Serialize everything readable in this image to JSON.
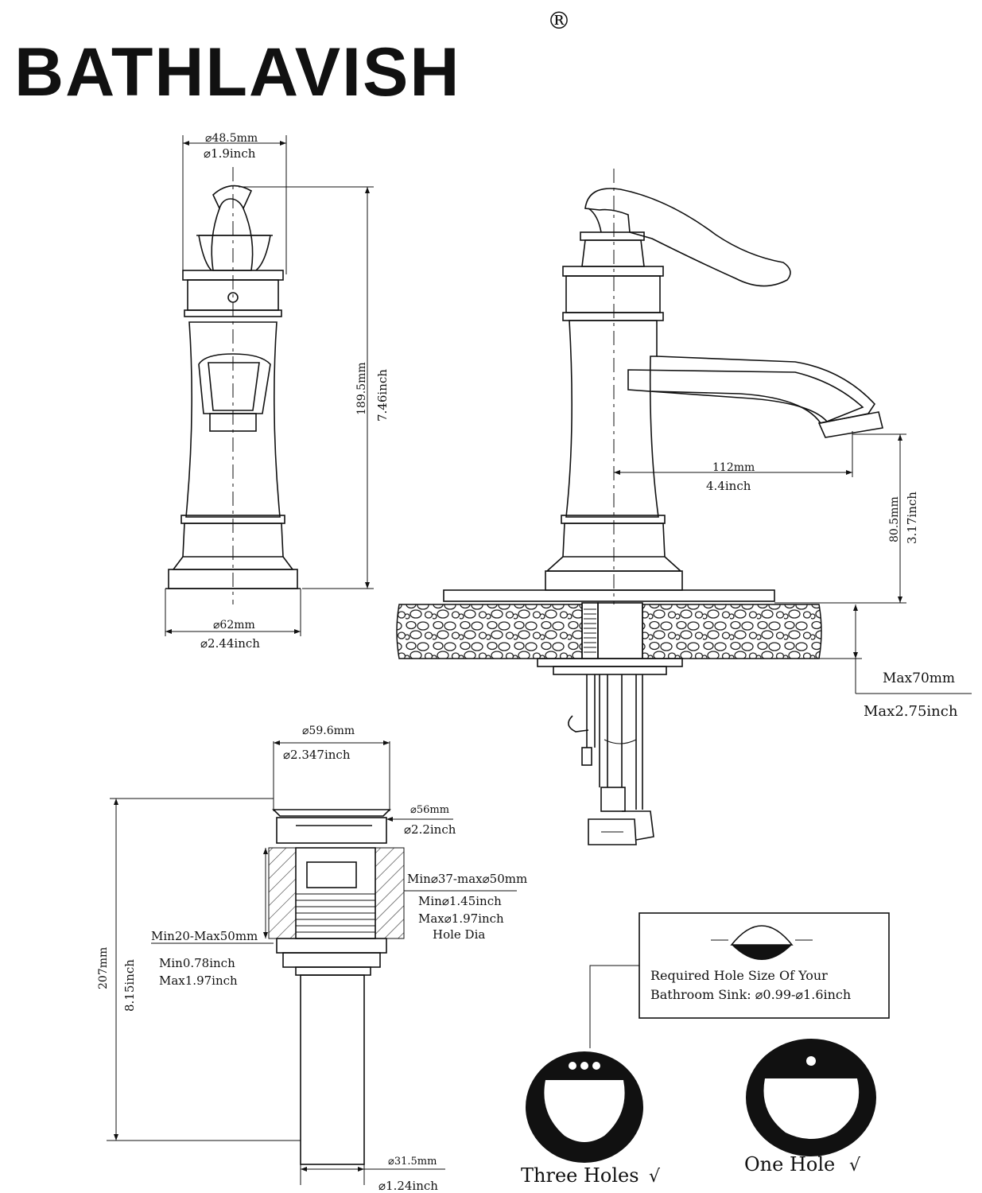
{
  "brand": {
    "name": "BATHLAVISH",
    "registered_mark": "®"
  },
  "faucet_front": {
    "top_diameter_mm": "⌀48.5mm",
    "top_diameter_in": "⌀1.9inch",
    "height_mm": "189.5mm",
    "height_in": "7.46inch",
    "base_diameter_mm": "⌀62mm",
    "base_diameter_in": "⌀2.44inch"
  },
  "faucet_side": {
    "spout_reach_mm": "112mm",
    "spout_reach_in": "4.4inch",
    "spout_height_mm": "80.5mm",
    "spout_height_in": "3.17inch",
    "deck_max_mm": "Max70mm",
    "deck_max_in": "Max2.75inch"
  },
  "drain": {
    "cap_diameter_mm": "⌀59.6mm",
    "cap_diameter_in": "⌀2.347inch",
    "flange_mm": "⌀56mm",
    "flange_in": "⌀2.2inch",
    "hole_range_mm": "Min⌀37-max⌀50mm",
    "hole_min_in": "Min⌀1.45inch",
    "hole_max_in": "Max⌀1.97inch",
    "hole_label": "Hole Dia",
    "thickness_mm": "Min20-Max50mm",
    "thickness_min_in": "Min0.78inch",
    "thickness_max_in": "Max1.97inch",
    "length_mm": "207mm",
    "length_in": "8.15inch",
    "pipe_mm": "⌀31.5mm",
    "pipe_in": "⌀1.24inch"
  },
  "sink_note": {
    "line1": "Required Hole Size Of Your",
    "line2": "Bathroom Sink: ⌀0.99-⌀1.6inch"
  },
  "sink_options": {
    "three_holes": "Three Holes",
    "three_holes_check": "√",
    "one_hole": "One Hole",
    "one_hole_check": "√"
  }
}
